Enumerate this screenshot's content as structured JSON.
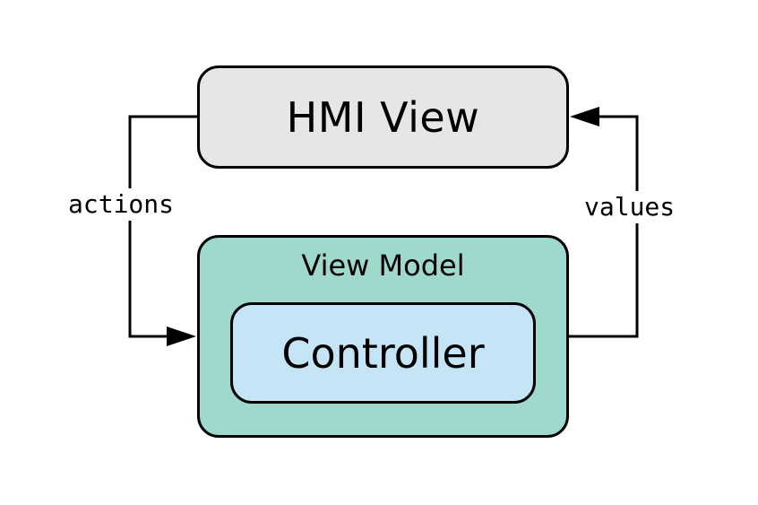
{
  "nodes": {
    "hmi_view": {
      "label": "HMI View",
      "fill": "#e6e6e6"
    },
    "view_model": {
      "label": "View Model",
      "fill": "#9fd8cc"
    },
    "controller": {
      "label": "Controller",
      "fill": "#c5e5f6"
    }
  },
  "edges": {
    "actions": {
      "label": "actions",
      "from": "HMI View",
      "to": "View Model"
    },
    "values": {
      "label": "values",
      "from": "View Model",
      "to": "HMI View"
    }
  }
}
